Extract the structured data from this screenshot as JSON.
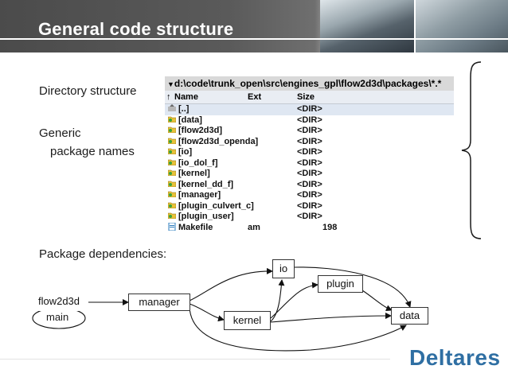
{
  "slide": {
    "title": "General code structure",
    "labels": {
      "directory": "Directory structure",
      "generic_line1": "Generic",
      "generic_line2": "package names",
      "dependencies": "Package dependencies:"
    }
  },
  "file_panel": {
    "path": "d:\\code\\trunk_open\\src\\engines_gpl\\flow2d3d\\packages\\*.*",
    "columns": {
      "name": "Name",
      "ext": "Ext",
      "size": "Size"
    },
    "rows": [
      {
        "name": "[..]",
        "ext": "",
        "size": "<DIR>",
        "icon": "up-folder-icon"
      },
      {
        "name": "[data]",
        "ext": "",
        "size": "<DIR>",
        "icon": "folder-icon"
      },
      {
        "name": "[flow2d3d]",
        "ext": "",
        "size": "<DIR>",
        "icon": "folder-icon"
      },
      {
        "name": "[flow2d3d_openda]",
        "ext": "",
        "size": "<DIR>",
        "icon": "folder-icon"
      },
      {
        "name": "[io]",
        "ext": "",
        "size": "<DIR>",
        "icon": "folder-icon"
      },
      {
        "name": "[io_dol_f]",
        "ext": "",
        "size": "<DIR>",
        "icon": "folder-icon"
      },
      {
        "name": "[kernel]",
        "ext": "",
        "size": "<DIR>",
        "icon": "folder-icon"
      },
      {
        "name": "[kernel_dd_f]",
        "ext": "",
        "size": "<DIR>",
        "icon": "folder-icon"
      },
      {
        "name": "[manager]",
        "ext": "",
        "size": "<DIR>",
        "icon": "folder-icon"
      },
      {
        "name": "[plugin_culvert_c]",
        "ext": "",
        "size": "<DIR>",
        "icon": "folder-icon"
      },
      {
        "name": "[plugin_user]",
        "ext": "",
        "size": "<DIR>",
        "icon": "folder-icon"
      },
      {
        "name": "Makefile",
        "ext": "am",
        "size": "198",
        "icon": "file-icon"
      }
    ]
  },
  "diagram": {
    "nodes": {
      "flow2d3d": "flow2d3d",
      "main": "main",
      "manager": "manager",
      "io": "io",
      "plugin": "plugin",
      "kernel": "kernel",
      "data": "data"
    }
  },
  "logo": {
    "text": "Deltares",
    "color": "#2f6fa3"
  }
}
